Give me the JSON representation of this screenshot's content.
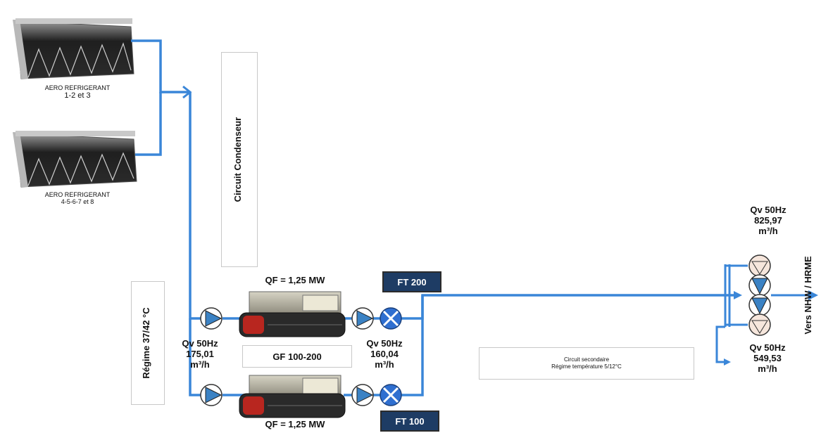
{
  "aero_1": {
    "line1": "AERO REFRIGERANT",
    "line2": "1-2 et 3"
  },
  "aero_2": {
    "line1": "AERO REFRIGERANT",
    "line2": "4-5-6-7 et 8"
  },
  "circuit_condenseur": "Circuit Condenseur",
  "regime": "Régime 37/42 °C",
  "qf_top": "QF = 1,25 MW",
  "qf_bottom": "QF = 1,25 MW",
  "gf_label": "GF 100-200",
  "qv_left": {
    "line1": "Qv 50Hz",
    "line2": "175,01",
    "line3": "m³/h"
  },
  "qv_mid": {
    "line1": "Qv 50Hz",
    "line2": "160,04",
    "line3": "m³/h"
  },
  "qv_right_top": {
    "line1": "Qv 50Hz",
    "line2": "825,97",
    "line3": "m³/h"
  },
  "qv_right_bottom": {
    "line1": "Qv 50Hz",
    "line2": "549,53",
    "line3": "m³/h"
  },
  "ft_200": "FT 200",
  "ft_100": "FT 100",
  "note": {
    "line1": "Circuit secondaire",
    "line2": "Régime température 5/12°C"
  },
  "destination": "Vers NHW / HRME",
  "colors": {
    "pipe": "#3a86d8",
    "pump_fill": "#3b82c4",
    "valve_fill": "#2f6fd0",
    "ft_bg": "#1e3c64"
  }
}
